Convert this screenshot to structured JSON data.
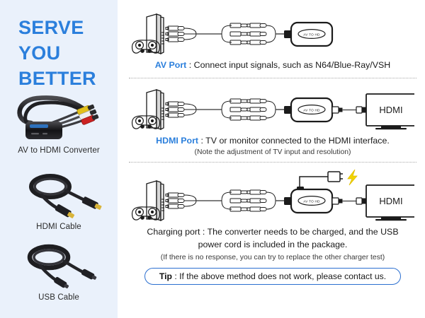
{
  "sidebar": {
    "headline": [
      "SERVE",
      "YOU",
      "BETTER"
    ],
    "headline_color": "#2b7fdc",
    "background_color": "#eaf1fb",
    "products": [
      {
        "id": "av-to-hdmi-converter",
        "label": "AV to HDMI Converter",
        "icon": "av-converter-image"
      },
      {
        "id": "hdmi-cable",
        "label": "HDMI Cable",
        "icon": "hdmi-cable-image"
      },
      {
        "id": "usb-cable",
        "label": "USB Cable",
        "icon": "usb-cable-image"
      }
    ]
  },
  "rows": [
    {
      "id": "av-port",
      "keyword": "AV Port",
      "separator_before_colon": " : ",
      "caption": "Connect input signals, such as N64/Blue-Ray/VSH",
      "device_label": "AV TO HD",
      "note": "",
      "screen_label": ""
    },
    {
      "id": "hdmi-port",
      "keyword": "HDMI Port",
      "separator_before_colon": " : ",
      "caption": "TV or monitor connected to the HDMI interface.",
      "device_label": "AV TO HD",
      "note": "(Note the adjustment of TV input and resolution)",
      "screen_label": "HDMI"
    },
    {
      "id": "charging-port",
      "keyword": "Charging port",
      "separator_before_colon": " : ",
      "caption_line1": "The converter needs to be charged, and the USB",
      "caption_line2": "power cord is included in the package.",
      "device_label": "AV TO HD",
      "note": "(If there is no response, you can try to replace the other charger test)",
      "screen_label": "HDMI",
      "power_icon": "lightning-bolt-icon",
      "plug_icon": "power-plug-icon"
    }
  ],
  "tip": {
    "keyword": "Tip",
    "separator_before_colon": " : ",
    "text": "If the above method does not work, please contact us.",
    "border_color": "#2b6fd0"
  },
  "colors": {
    "accent_blue": "#2b7fdc",
    "sidebar_bg": "#eaf1fb",
    "page_bg": "#ffffff",
    "bolt_yellow": "#f5d400",
    "rca_yellow": "#e3c01a",
    "rca_white": "#f2f2f2",
    "rca_red": "#cc2222"
  }
}
